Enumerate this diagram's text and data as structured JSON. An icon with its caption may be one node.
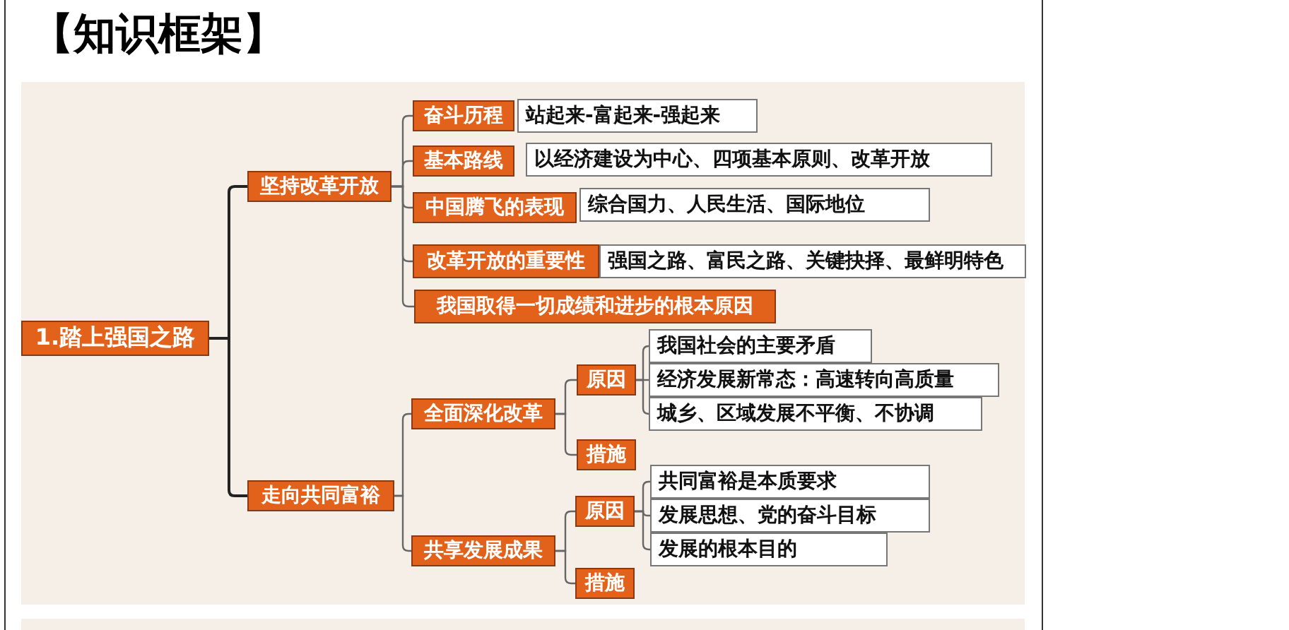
{
  "diagram": {
    "title": "【知识框架】",
    "nodes": [
      {
        "text": [
          "1.踏上强国之路"
        ]
      },
      {
        "text": [
          "坚持改革开放"
        ]
      },
      {
        "text": [
          "奋斗历程"
        ]
      },
      {
        "text": [
          "站起来-富起来-强起来"
        ]
      },
      {
        "text": [
          "基本路线"
        ]
      },
      {
        "text": [
          "以经济建设为中心、四项基本原则、改革开放"
        ]
      },
      {
        "text": [
          "中国腾飞的表现"
        ]
      },
      {
        "text": [
          "综合国力、人民生活、国际地位"
        ]
      },
      {
        "text": [
          "改革开放的重要性"
        ]
      },
      {
        "text": [
          "强国之路、富民之路、关键抉择、最鲜明特色"
        ]
      },
      {
        "text": [
          "我国取得一切成绩和进步的根本原因"
        ]
      },
      {
        "text": [
          "走向共同富裕"
        ]
      },
      {
        "text": [
          "全面深化改革"
        ]
      },
      {
        "text": [
          "原因"
        ]
      },
      {
        "text": [
          "我国社会的主要矛盾"
        ]
      },
      {
        "text": [
          "经济发展新常态：高速转向高质量"
        ]
      },
      {
        "text": [
          "城乡、区域发展不平衡、不协调"
        ]
      },
      {
        "text": [
          "措施"
        ]
      },
      {
        "text": [
          "共享发展成果"
        ]
      },
      {
        "text": [
          "原因"
        ]
      },
      {
        "text": [
          "共同富裕是本质要求"
        ]
      },
      {
        "text": [
          "发展思想、党的奋斗目标"
        ]
      },
      {
        "text": [
          "发展的根本目的"
        ]
      },
      {
        "text": [
          "措施"
        ]
      }
    ],
    "edges": [
      {
        "from": 0,
        "to": 1,
        "arrow": "none"
      },
      {
        "from": 0,
        "to": 11,
        "arrow": "none"
      },
      {
        "from": 1,
        "to": 2,
        "arrow": "none"
      },
      {
        "from": 1,
        "to": 4,
        "arrow": "none"
      },
      {
        "from": 1,
        "to": 6,
        "arrow": "none"
      },
      {
        "from": 1,
        "to": 8,
        "arrow": "none"
      },
      {
        "from": 1,
        "to": 10,
        "arrow": "none"
      },
      {
        "from": 11,
        "to": 12,
        "arrow": "none"
      },
      {
        "from": 11,
        "to": 18,
        "arrow": "none"
      },
      {
        "from": 12,
        "to": 13,
        "arrow": "none"
      },
      {
        "from": 12,
        "to": 17,
        "arrow": "none"
      },
      {
        "from": 13,
        "to": 14,
        "arrow": "none"
      },
      {
        "from": 13,
        "to": 15,
        "arrow": "none"
      },
      {
        "from": 13,
        "to": 16,
        "arrow": "none"
      },
      {
        "from": 18,
        "to": 19,
        "arrow": "none"
      },
      {
        "from": 18,
        "to": 23,
        "arrow": "none"
      },
      {
        "from": 19,
        "to": 20,
        "arrow": "none"
      },
      {
        "from": 19,
        "to": 21,
        "arrow": "none"
      },
      {
        "from": 19,
        "to": 22,
        "arrow": "none"
      }
    ]
  }
}
